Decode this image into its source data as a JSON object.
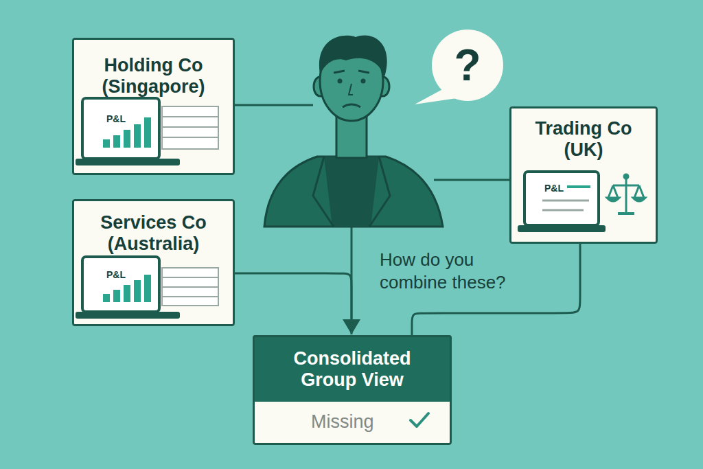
{
  "diagram": {
    "nodes": [
      {
        "text": [
          "Holding Co (Singapore)",
          "P&L"
        ]
      },
      {
        "text": [
          "?"
        ]
      },
      {
        "text": [
          "Trading Co (UK)",
          "P&L"
        ]
      },
      {
        "text": [
          "Services Co (Australia)",
          "P&L"
        ]
      },
      {
        "text": [
          "Consolidated Group View",
          "Missing"
        ]
      }
    ],
    "edges": [
      {
        "from": 3,
        "to": 4,
        "arrow": "to"
      },
      {
        "from": 2,
        "to": 4,
        "arrow": "none"
      }
    ],
    "labels": [
      "How do you combine these?"
    ]
  }
}
